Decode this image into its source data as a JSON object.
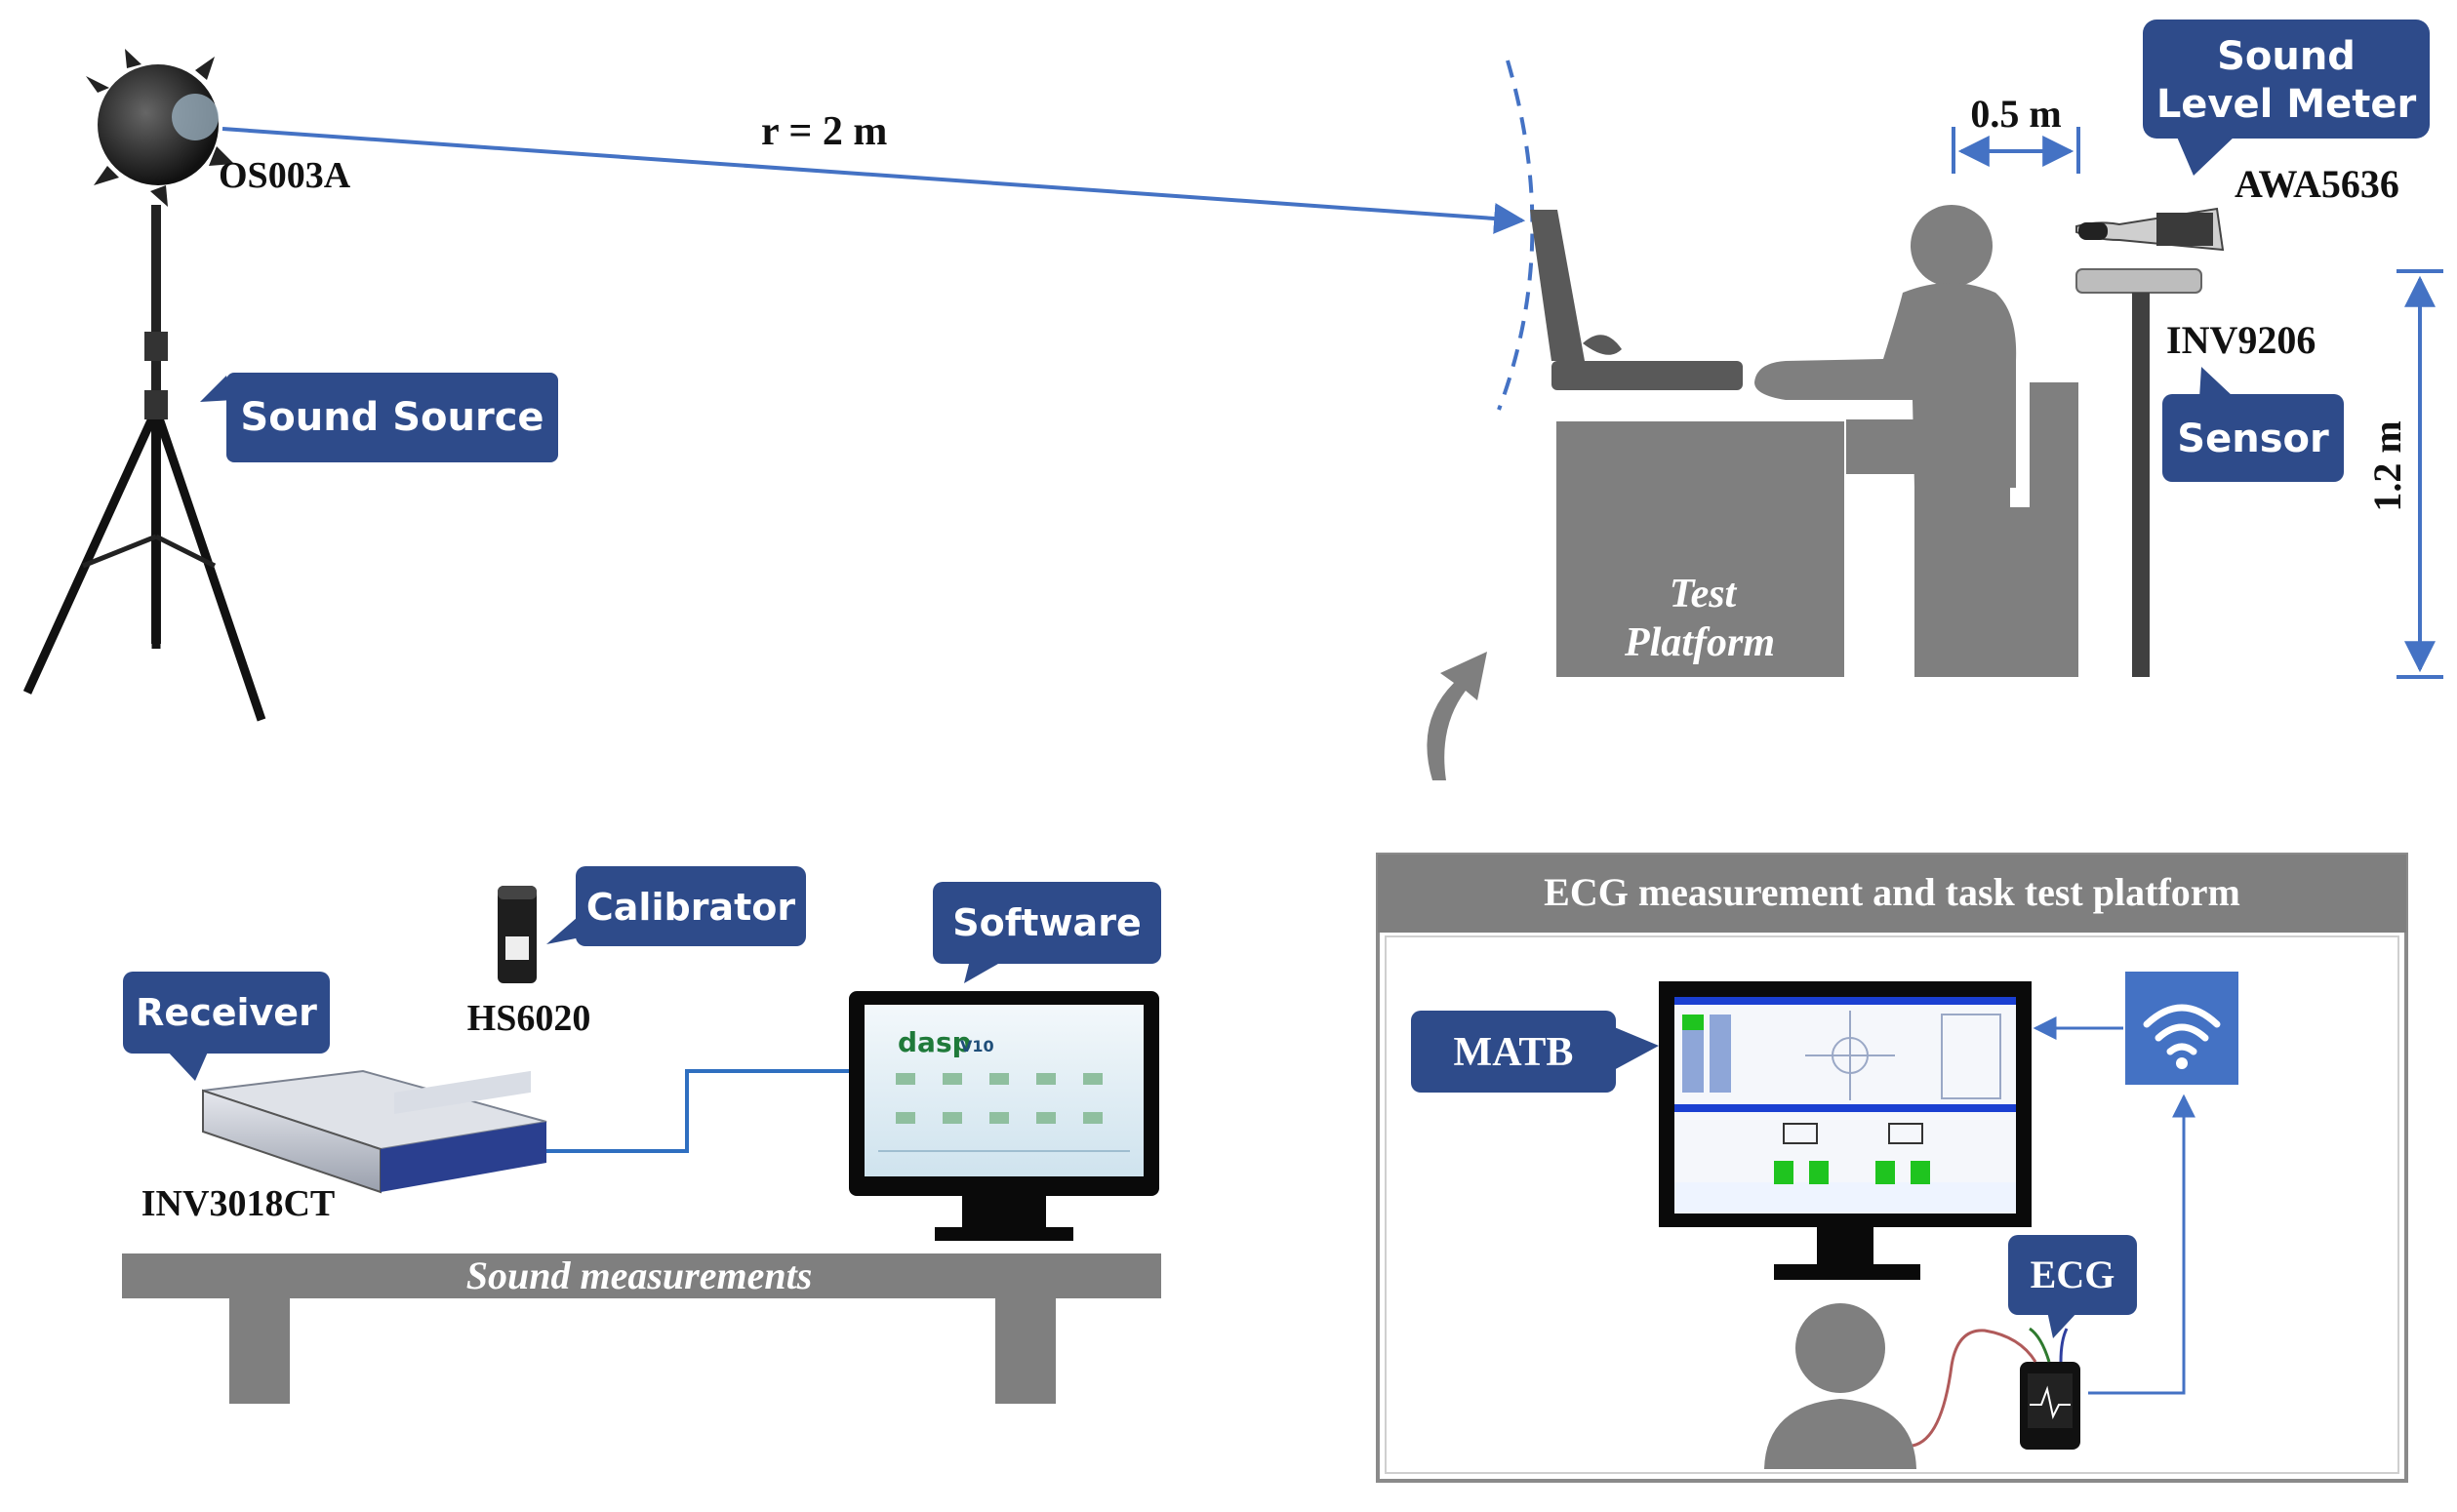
{
  "colors": {
    "callout_fill": "#2e4b8a",
    "callout_text": "#ffffff",
    "figure_gray": "#7f7f7f",
    "accent_blue": "#4472c4",
    "panel_header": "#7f7f7f",
    "wifi_box": "#4472c4"
  },
  "sound_source": {
    "model_label": "OS003A",
    "callout": "Sound Source",
    "distance_label": "r = 2 m"
  },
  "test_area": {
    "platform_label_line1": "Test",
    "platform_label_line2": "Platform",
    "spacing_label": "0.5 m",
    "height_label": "1.2 m",
    "slm_callout_line1": "Sound",
    "slm_callout_line2": "Level Meter",
    "slm_model": "AWA5636",
    "sensor_model": "INV9206",
    "sensor_callout": "Sensor"
  },
  "sound_measurements": {
    "bench_label": "Sound measurements",
    "calibrator_callout": "Calibrator",
    "calibrator_model": "HS6020",
    "software_callout": "Software",
    "receiver_callout": "Receiver",
    "receiver_model": "INV3018CT",
    "software_logo": "dasp",
    "software_version": "V10"
  },
  "ecg_panel": {
    "title": "ECG measurement and task test platform",
    "matb_callout": "MATB",
    "ecg_callout": "ECG",
    "icons": [
      "wifi-icon",
      "person-icon",
      "monitor-icon",
      "ecg-device-icon"
    ]
  }
}
